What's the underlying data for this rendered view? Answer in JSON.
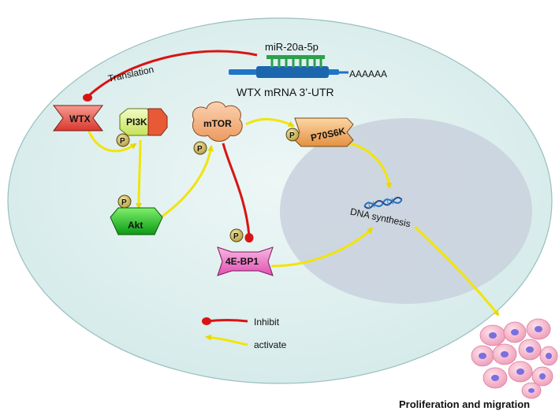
{
  "labels": {
    "mirna": "miR-20a-5p",
    "translation": "Translation",
    "polyA": "AAAAAA",
    "mrna": "WTX mRNA 3’-UTR",
    "wtx": "WTX",
    "pi3k": "PI3K",
    "mtor": "mTOR",
    "p70s6k": "P70S6K",
    "akt": "Akt",
    "ebp1": "4E-BP1",
    "dna": "DNA synthesis",
    "phospho": "P",
    "legend_inhibit": "Inhibit",
    "legend_activate": "activate",
    "outcome": "Proliferation and migration"
  },
  "colors": {
    "cell": "#dceeed",
    "nucleus": "#c8d0dc",
    "inhibit": "#d81414",
    "activate": "#f2e40a",
    "wtx": "#e8504a",
    "pi3k": "#d8ee7a",
    "mtor": "#f6b080",
    "p70s6k": "#f0a860",
    "akt": "#1ec020",
    "ebp1": "#ef72c8",
    "mrna": "#1d72c4",
    "mirna": "#2ca04c",
    "phospho": "#6b5a1c",
    "cells": "#f4b4c8",
    "cell_nucleus": "#7a6ee0"
  }
}
